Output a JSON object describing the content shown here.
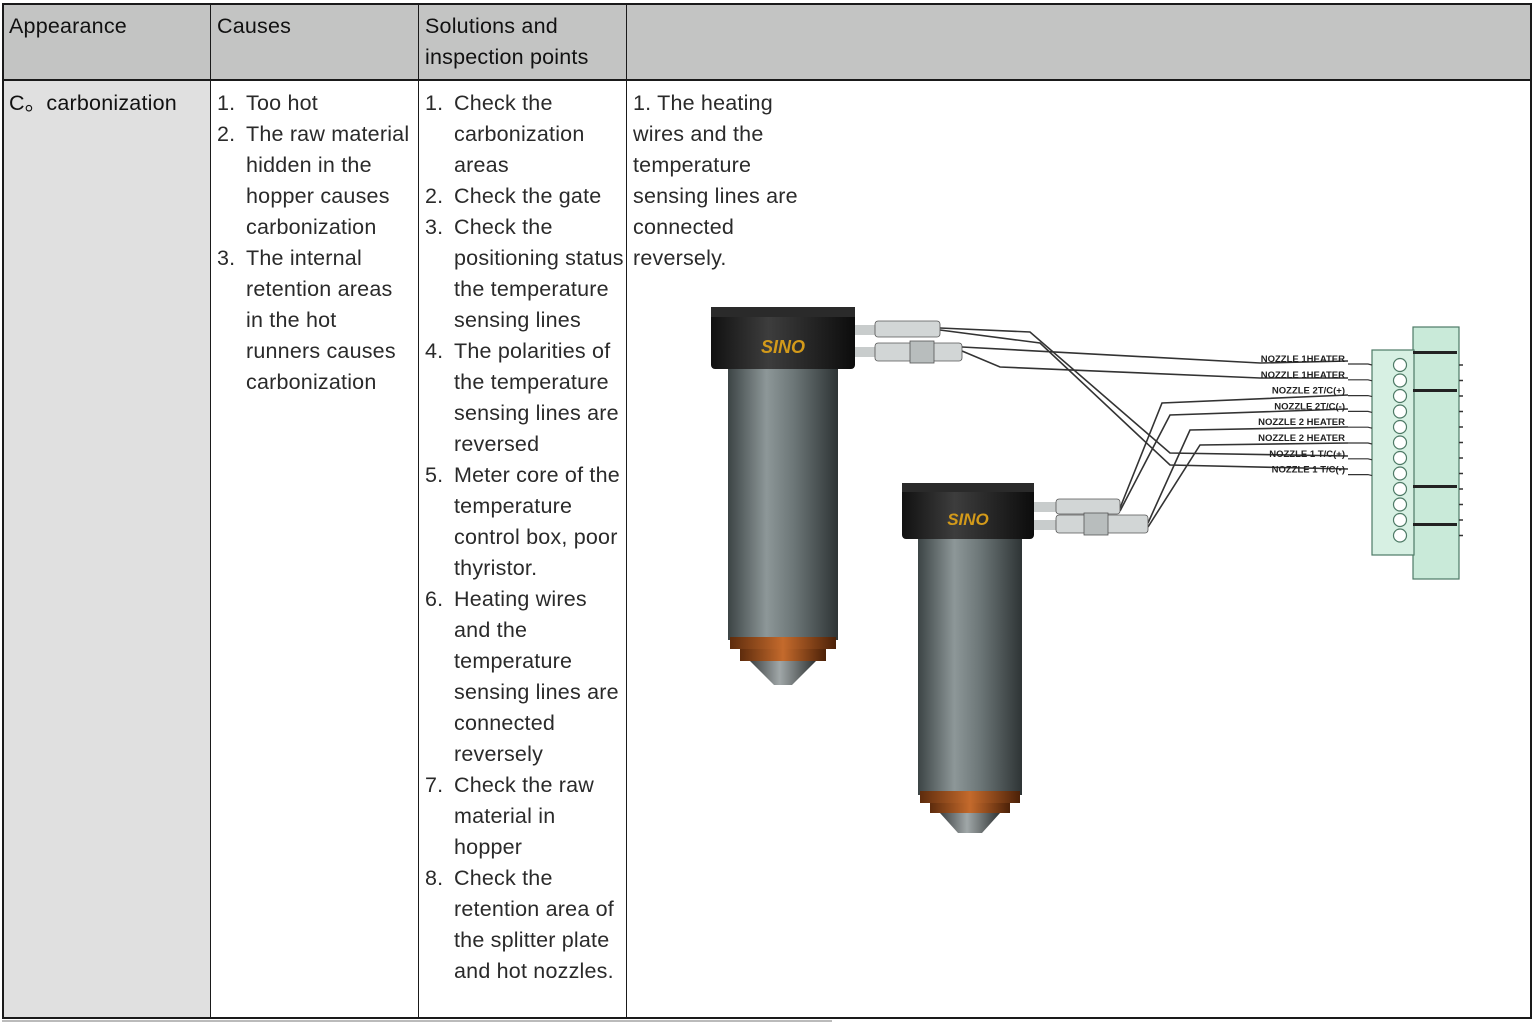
{
  "headers": {
    "appearance": "Appearance",
    "causes": "Causes",
    "solutions": "Solutions and inspection points",
    "extra": ""
  },
  "row": {
    "appearance": "C。carbonization",
    "causes": [
      {
        "num": "1.",
        "text": "Too hot"
      },
      {
        "num": "2.",
        "text": "The raw material hidden in the hopper causes carbonization"
      },
      {
        "num": "3.",
        "text": "The internal retention areas in the hot runners causes carbonization"
      }
    ],
    "solutions": [
      {
        "num": "1.",
        "text": "Check the carbonization areas"
      },
      {
        "num": "2.",
        "text": "Check the gate"
      },
      {
        "num": "3.",
        "text": "Check the positioning status the temperature sensing lines"
      },
      {
        "num": "4.",
        "text": "The polarities of the temperature sensing lines are reversed"
      },
      {
        "num": "5.",
        "text": "Meter core of the temperature control box, poor thyristor."
      },
      {
        "num": "6.",
        "text": "Heating wires and the temperature sensing lines are connected reversely"
      },
      {
        "num": "7.",
        "text": "Check the raw material in hopper"
      },
      {
        "num": "8.",
        "text": "Check the retention area of the splitter plate and hot nozzles."
      }
    ],
    "note": "1. The heating wires and the temperature sensing lines are connected reversely."
  },
  "diagram": {
    "brand": "SINO",
    "terminal_labels": [
      "NOZZLE 1HEATER",
      "NOZZLE 1HEATER",
      "NOZZLE 2T/C(+)",
      "NOZZLE 2T/C(-)",
      "NOZZLE 2 HEATER",
      "NOZZLE 2 HEATER",
      "NOZZLE 1 T/C(+)",
      "NOZZLE 1 T/C(-)"
    ],
    "colors": {
      "body": "#5f6a6b",
      "cap": "#1c1c1c",
      "brand": "#d39a1a",
      "tip": "#b5652a",
      "connector": "#c9ead9"
    }
  }
}
